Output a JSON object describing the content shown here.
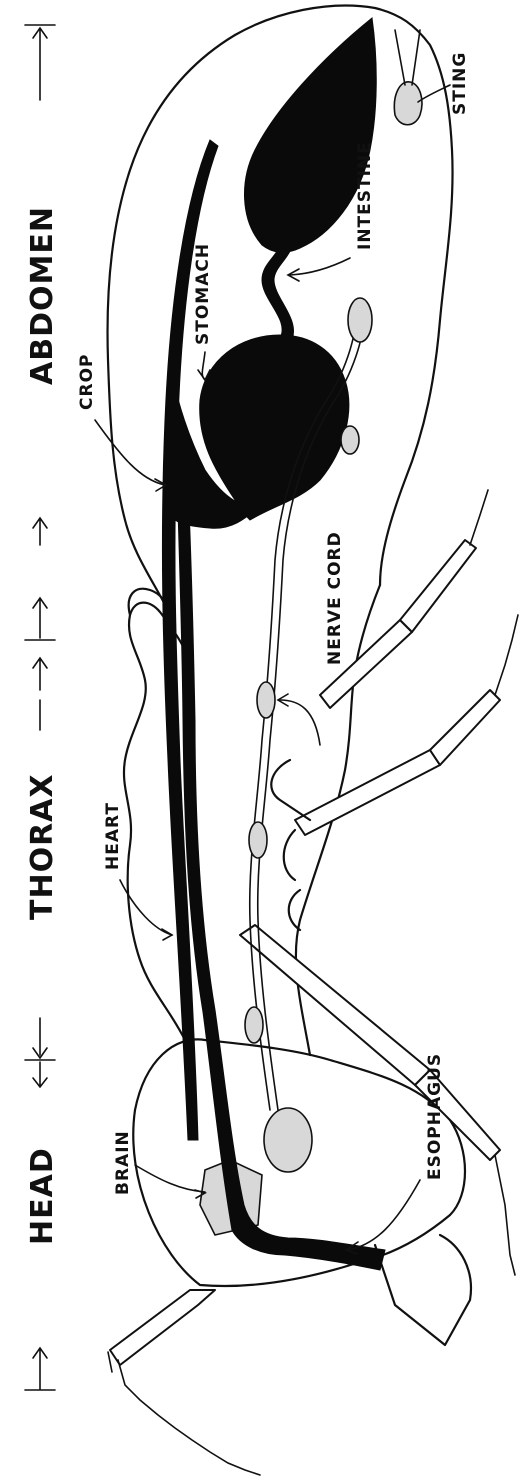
{
  "regions": {
    "head": "HEAD",
    "thorax": "THORAX",
    "abdomen": "ABDOMEN"
  },
  "labels": {
    "brain": "BRAIN",
    "esophagus": "ESOPHAGUS",
    "heart": "HEART",
    "nerve_cord": "NERVE CORD",
    "crop": "CROP",
    "stomach": "STOMACH",
    "intestine": "INTESTINE",
    "sting": "STING"
  }
}
